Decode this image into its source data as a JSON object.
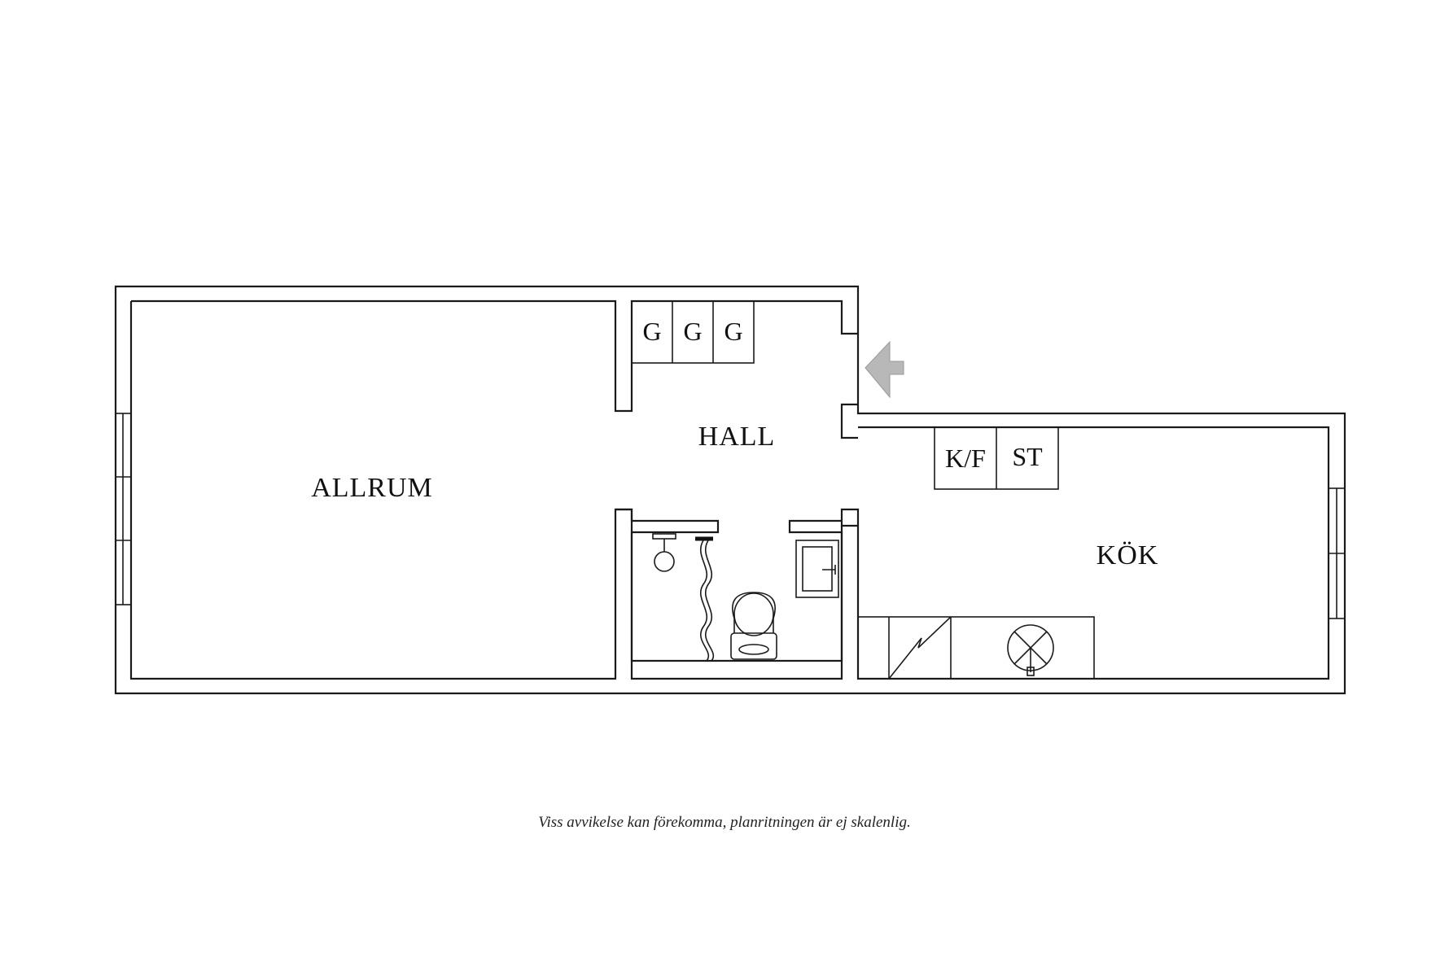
{
  "rooms": {
    "allrum": "ALLRUM",
    "hall": "HALL",
    "kok": "KÖK"
  },
  "closets": [
    "G",
    "G",
    "G"
  ],
  "kitchen_units": {
    "fridge_freezer": "K/F",
    "stove": "ST"
  },
  "entrance_arrow_color": "#b8b8b8",
  "disclaimer": "Viss avvikelse kan förekomma, planritningen är ej skalenlig."
}
